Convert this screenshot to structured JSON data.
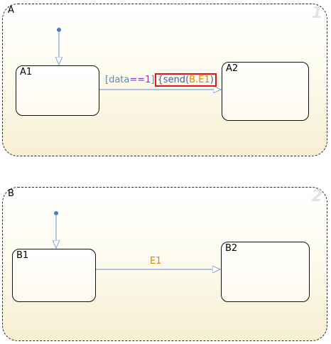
{
  "superstates": {
    "a": {
      "label": "A",
      "order": "1"
    },
    "b": {
      "label": "B",
      "order": "2"
    }
  },
  "states": {
    "a1": "A1",
    "a2": "A2",
    "b1": "B1",
    "b2": "B2"
  },
  "transitions": {
    "a": {
      "condition_open": "[data",
      "operator": "==",
      "value": "1",
      "condition_close": "]",
      "action_open": "{",
      "action_fn": "send",
      "action_paren_open": "(",
      "action_args": "B.E1",
      "action_paren_close": ")"
    },
    "b": {
      "event": "E1"
    }
  },
  "colors": {
    "connector": "#7fa6d6",
    "junction": "#4a7fc0",
    "highlight": "#e0141e",
    "event_text": "#d98a00"
  }
}
